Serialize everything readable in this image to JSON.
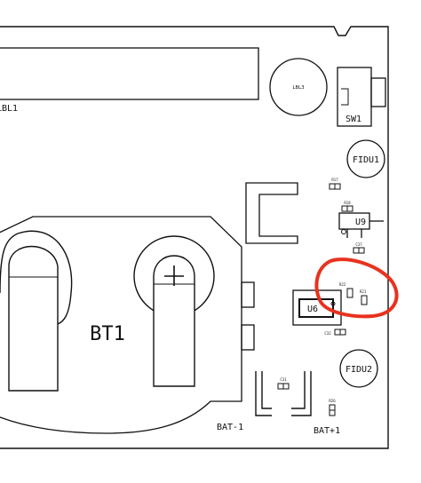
{
  "labels": {
    "lbl1": "LBL1",
    "lbl3": "LBL3",
    "sw1": "SW1",
    "fidu1": "FIDU1",
    "fidu2": "FIDU2",
    "r17": "R17",
    "r18": "R18",
    "u9": "U9",
    "c37": "C37",
    "r22": "R22",
    "r21": "R21",
    "u6": "U6",
    "c32": "C32",
    "bt1": "BT1",
    "c31": "C31",
    "r26": "R26",
    "bat_minus": "BAT-1",
    "bat_plus": "BAT+1"
  },
  "colors": {
    "outline": "#111111",
    "annotation": "#e8321e",
    "background": "#ffffff"
  },
  "icons": {
    "battery_plus": "plus-icon"
  }
}
